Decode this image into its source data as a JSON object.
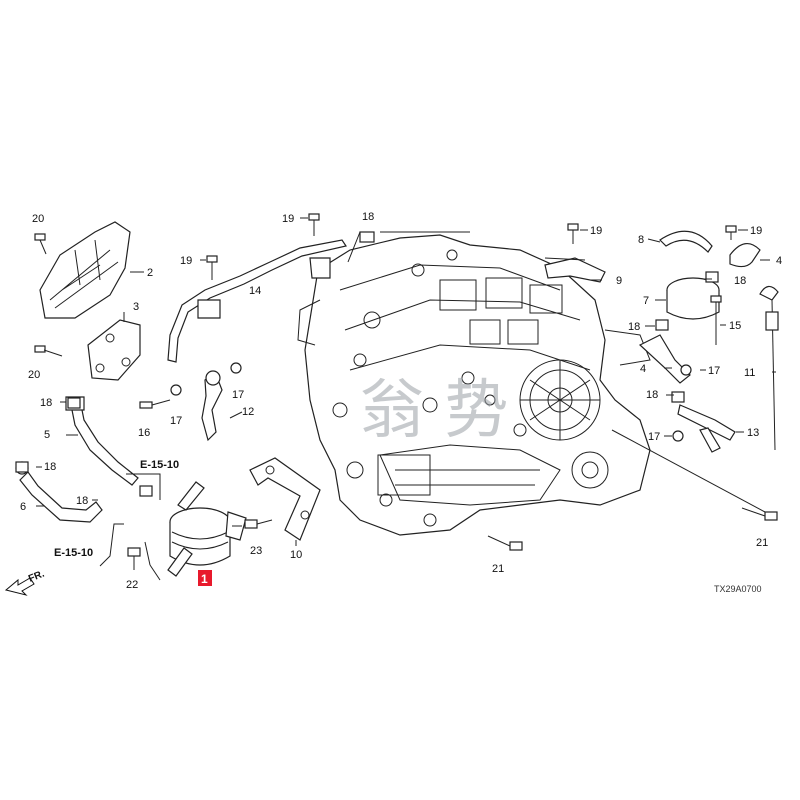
{
  "diagram": {
    "callouts": {
      "p1": "1",
      "p2": "2",
      "p3": "3",
      "p4a": "4",
      "p4b": "4",
      "p5": "5",
      "p6": "6",
      "p7": "7",
      "p8": "8",
      "p9": "9",
      "p10": "10",
      "p11": "11",
      "p12": "12",
      "p13": "13",
      "p14": "14",
      "p15": "15",
      "p16": "16",
      "p17a": "17",
      "p17b": "17",
      "p17c": "17",
      "p17d": "17",
      "p18a": "18",
      "p18b": "18",
      "p18c": "18",
      "p18d": "18",
      "p18e": "18",
      "p18f": "18",
      "p18g": "18",
      "p19a": "19",
      "p19b": "19",
      "p19c": "19",
      "p19d": "19",
      "p20a": "20",
      "p20b": "20",
      "p21a": "21",
      "p21b": "21",
      "p22": "22",
      "p23": "23"
    },
    "references": {
      "ref1": "E-15-10",
      "ref2": "E-15-10"
    },
    "front_marker": "FR.",
    "diagram_code": "TX29A0700",
    "watermark": "翁 势",
    "colors": {
      "highlight": "#e8192c",
      "line": "#222222"
    }
  }
}
